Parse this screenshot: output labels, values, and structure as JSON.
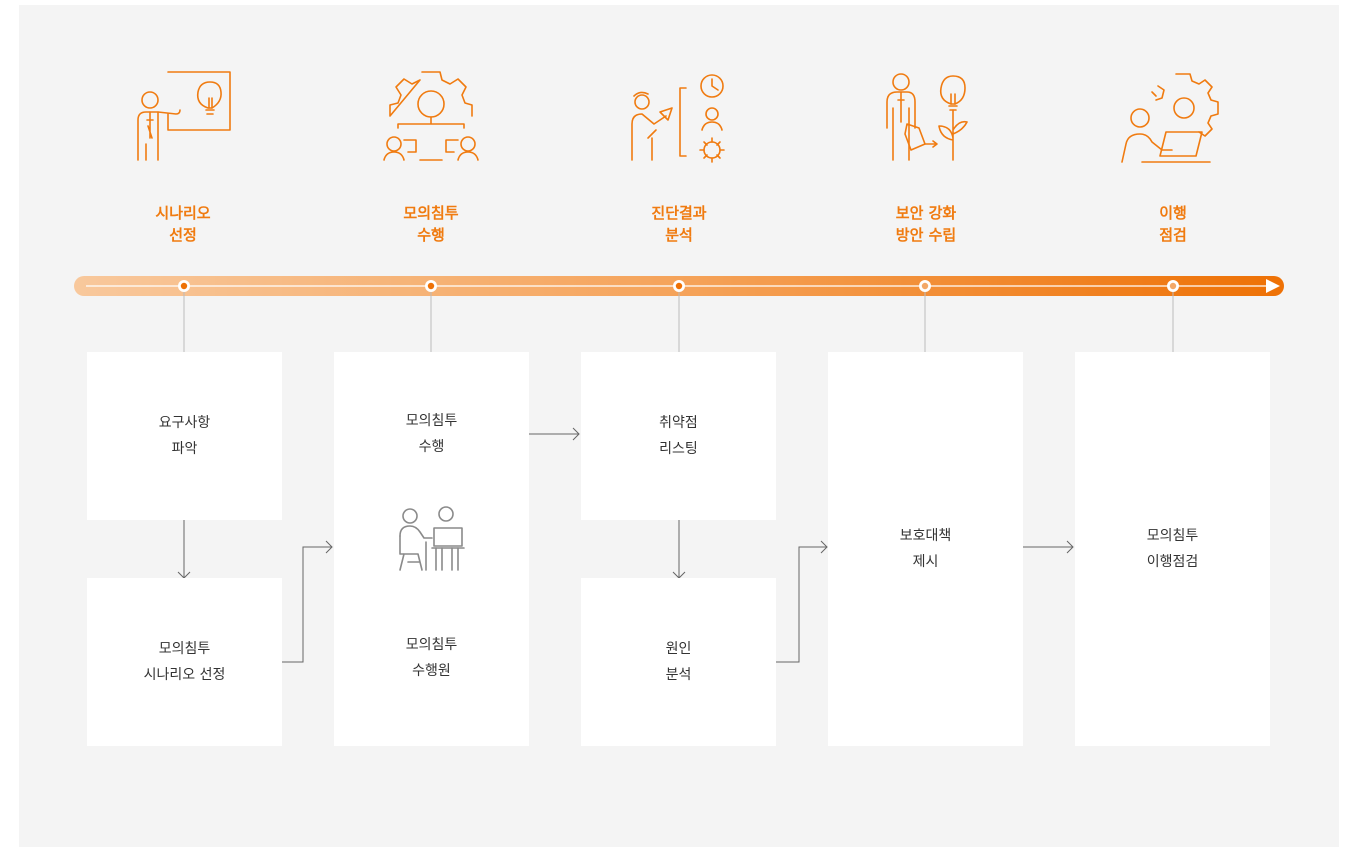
{
  "steps": [
    {
      "line1": "시나리오",
      "line2": "선정",
      "icon": "presentation-lightbulb-icon"
    },
    {
      "line1": "모의침투",
      "line2": "수행",
      "icon": "gear-team-icon"
    },
    {
      "line1": "진단결과",
      "line2": "분석",
      "icon": "analysis-clock-gear-icon"
    },
    {
      "line1": "보안 강화",
      "line2": "방안 수립",
      "icon": "growth-lightbulb-plant-icon"
    },
    {
      "line1": "이행",
      "line2": "점검",
      "icon": "laptop-gears-icon"
    }
  ],
  "boxes": {
    "requirements": {
      "line1": "요구사항",
      "line2": "파악"
    },
    "scenario": {
      "line1": "모의침투",
      "line2": "시나리오 선정"
    },
    "perform": {
      "line1": "모의침투",
      "line2": "수행"
    },
    "personnel": {
      "line1": "모의침투",
      "line2": "수행원",
      "icon": "workers-at-desk-icon"
    },
    "vuln": {
      "line1": "취약점",
      "line2": "리스팅"
    },
    "cause": {
      "line1": "원인",
      "line2": "분석"
    },
    "measures": {
      "line1": "보호대책",
      "line2": "제시"
    },
    "check": {
      "line1": "모의침투",
      "line2": "이행점검"
    }
  },
  "colors": {
    "accent": "#f07b10",
    "timeline_start": "#f8c89c",
    "timeline_end": "#ee7105",
    "panel": "#f4f4f4",
    "box": "#ffffff",
    "text": "#333333",
    "connector": "#666666",
    "icon_gray": "#8a8a8a"
  }
}
